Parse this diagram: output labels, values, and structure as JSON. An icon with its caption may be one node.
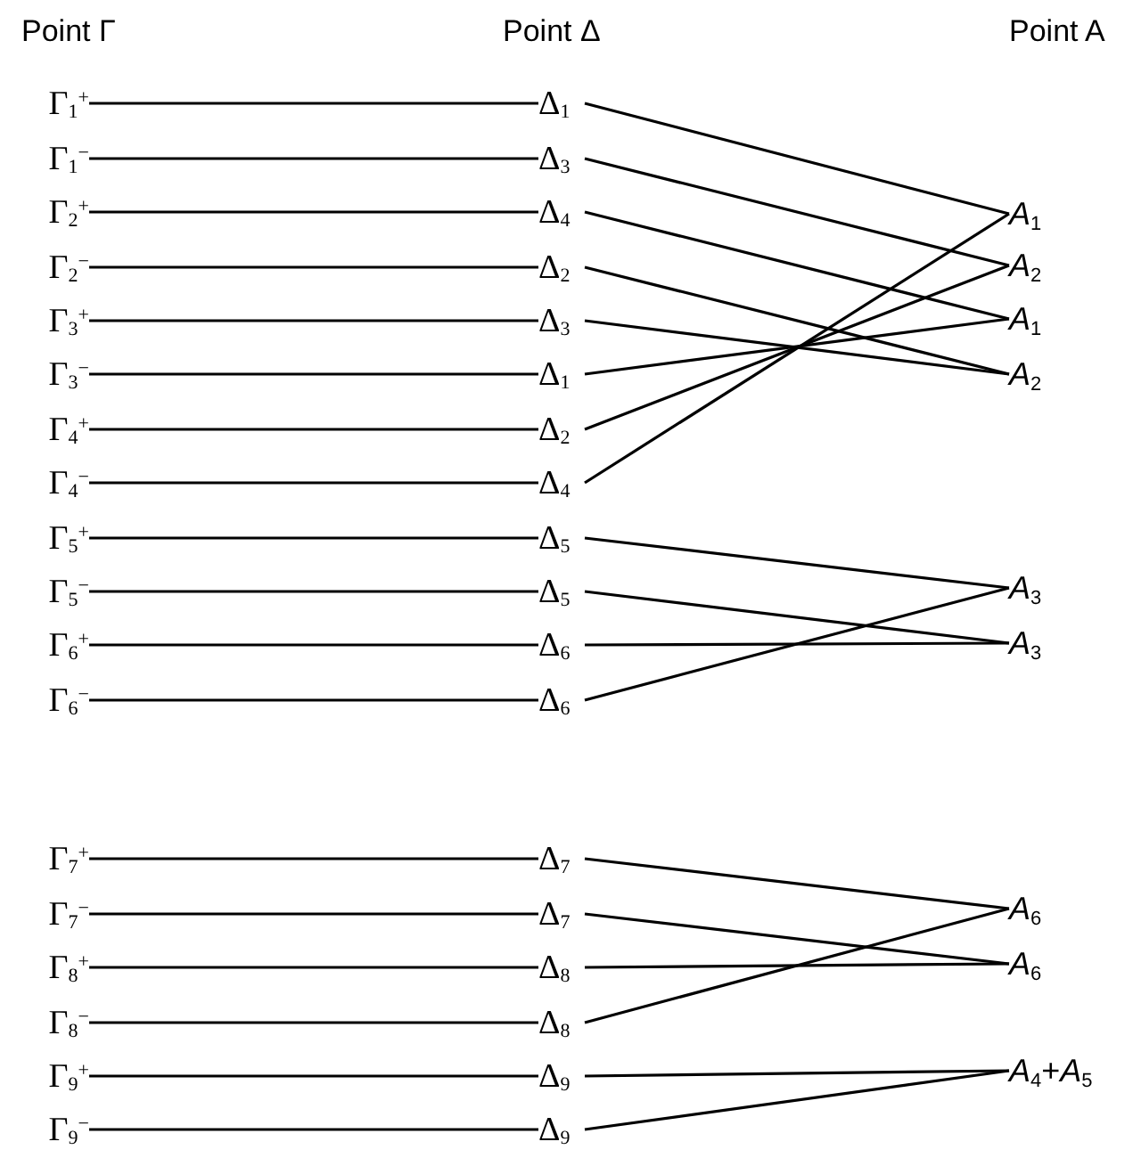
{
  "diagram": {
    "nodes": [
      {
        "text": [
          "Γ$_{1}$$^{+}$"
        ]
      },
      {
        "text": [
          "Γ$_{1}$$^{−}$"
        ]
      },
      {
        "text": [
          "Γ$_{2}$$^{+}$"
        ]
      },
      {
        "text": [
          "Γ$_{2}$$^{−}$"
        ]
      },
      {
        "text": [
          "Γ$_{3}$$^{+}$"
        ]
      },
      {
        "text": [
          "Γ$_{3}$$^{−}$"
        ]
      },
      {
        "text": [
          "Γ$_{4}$$^{+}$"
        ]
      },
      {
        "text": [
          "Γ$_{4}$$^{−}$"
        ]
      },
      {
        "text": [
          "Γ$_{5}$$^{+}$"
        ]
      },
      {
        "text": [
          "Γ$_{5}$$^{−}$"
        ]
      },
      {
        "text": [
          "Γ$_{6}$$^{+}$"
        ]
      },
      {
        "text": [
          "Γ$_{6}$$^{−}$"
        ]
      },
      {
        "text": [
          "Γ$_{7}$$^{+}$"
        ]
      },
      {
        "text": [
          "Γ$_{7}$$^{−}$"
        ]
      },
      {
        "text": [
          "Γ$_{8}$$^{+}$"
        ]
      },
      {
        "text": [
          "Γ$_{8}$$^{−}$"
        ]
      },
      {
        "text": [
          "Γ$_{9}$$^{+}$"
        ]
      },
      {
        "text": [
          "Γ$_{9}$$^{−}$"
        ]
      },
      {
        "text": [
          "Δ$_{1}$"
        ]
      },
      {
        "text": [
          "Δ$_{3}$"
        ]
      },
      {
        "text": [
          "Δ$_{4}$"
        ]
      },
      {
        "text": [
          "Δ$_{2}$"
        ]
      },
      {
        "text": [
          "Δ$_{3}$"
        ]
      },
      {
        "text": [
          "Δ$_{1}$"
        ]
      },
      {
        "text": [
          "Δ$_{2}$"
        ]
      },
      {
        "text": [
          "Δ$_{4}$"
        ]
      },
      {
        "text": [
          "Δ$_{5}$"
        ]
      },
      {
        "text": [
          "Δ$_{5}$"
        ]
      },
      {
        "text": [
          "Δ$_{6}$"
        ]
      },
      {
        "text": [
          "Δ$_{6}$"
        ]
      },
      {
        "text": [
          "Δ$_{7}$"
        ]
      },
      {
        "text": [
          "Δ$_{7}$"
        ]
      },
      {
        "text": [
          "Δ$_{8}$"
        ]
      },
      {
        "text": [
          "Δ$_{8}$"
        ]
      },
      {
        "text": [
          "Δ$_{9}$"
        ]
      },
      {
        "text": [
          "Δ$_{9}$"
        ]
      },
      {
        "text": [
          "*A*$_{1}$"
        ]
      },
      {
        "text": [
          "*A*$_{2}$"
        ]
      },
      {
        "text": [
          "*A*$_{1}$"
        ]
      },
      {
        "text": [
          "*A*$_{2}$"
        ]
      },
      {
        "text": [
          "*A*$_{3}$"
        ]
      },
      {
        "text": [
          "*A*$_{3}$"
        ]
      },
      {
        "text": [
          "*A*$_{6}$"
        ]
      },
      {
        "text": [
          "*A*$_{6}$"
        ]
      },
      {
        "text": [
          "*A*$_{4}$+*A*$_{5}$"
        ]
      }
    ],
    "edges": [
      {
        "from": 0,
        "to": 18,
        "arrow": "none"
      },
      {
        "from": 1,
        "to": 19,
        "arrow": "none"
      },
      {
        "from": 2,
        "to": 20,
        "arrow": "none"
      },
      {
        "from": 3,
        "to": 21,
        "arrow": "none"
      },
      {
        "from": 4,
        "to": 22,
        "arrow": "none"
      },
      {
        "from": 5,
        "to": 23,
        "arrow": "none"
      },
      {
        "from": 6,
        "to": 24,
        "arrow": "none"
      },
      {
        "from": 7,
        "to": 25,
        "arrow": "none"
      },
      {
        "from": 8,
        "to": 26,
        "arrow": "none"
      },
      {
        "from": 9,
        "to": 27,
        "arrow": "none"
      },
      {
        "from": 10,
        "to": 28,
        "arrow": "none"
      },
      {
        "from": 11,
        "to": 29,
        "arrow": "none"
      },
      {
        "from": 12,
        "to": 30,
        "arrow": "none"
      },
      {
        "from": 13,
        "to": 31,
        "arrow": "none"
      },
      {
        "from": 14,
        "to": 32,
        "arrow": "none"
      },
      {
        "from": 15,
        "to": 33,
        "arrow": "none"
      },
      {
        "from": 16,
        "to": 34,
        "arrow": "none"
      },
      {
        "from": 17,
        "to": 35,
        "arrow": "none"
      },
      {
        "from": 18,
        "to": 36,
        "arrow": "none"
      },
      {
        "from": 19,
        "to": 37,
        "arrow": "none"
      },
      {
        "from": 20,
        "to": 38,
        "arrow": "none"
      },
      {
        "from": 21,
        "to": 39,
        "arrow": "none"
      },
      {
        "from": 22,
        "to": 39,
        "arrow": "none"
      },
      {
        "from": 23,
        "to": 38,
        "arrow": "none"
      },
      {
        "from": 24,
        "to": 37,
        "arrow": "none"
      },
      {
        "from": 25,
        "to": 36,
        "arrow": "none"
      },
      {
        "from": 26,
        "to": 40,
        "arrow": "none"
      },
      {
        "from": 27,
        "to": 41,
        "arrow": "none"
      },
      {
        "from": 28,
        "to": 41,
        "arrow": "none"
      },
      {
        "from": 29,
        "to": 40,
        "arrow": "none"
      },
      {
        "from": 30,
        "to": 42,
        "arrow": "none"
      },
      {
        "from": 31,
        "to": 43,
        "arrow": "none"
      },
      {
        "from": 32,
        "to": 43,
        "arrow": "none"
      },
      {
        "from": 33,
        "to": 42,
        "arrow": "none"
      },
      {
        "from": 34,
        "to": 44,
        "arrow": "none"
      },
      {
        "from": 35,
        "to": 44,
        "arrow": "none"
      }
    ],
    "labels": [
      "Point Γ",
      "Point Δ",
      "Point A"
    ]
  }
}
